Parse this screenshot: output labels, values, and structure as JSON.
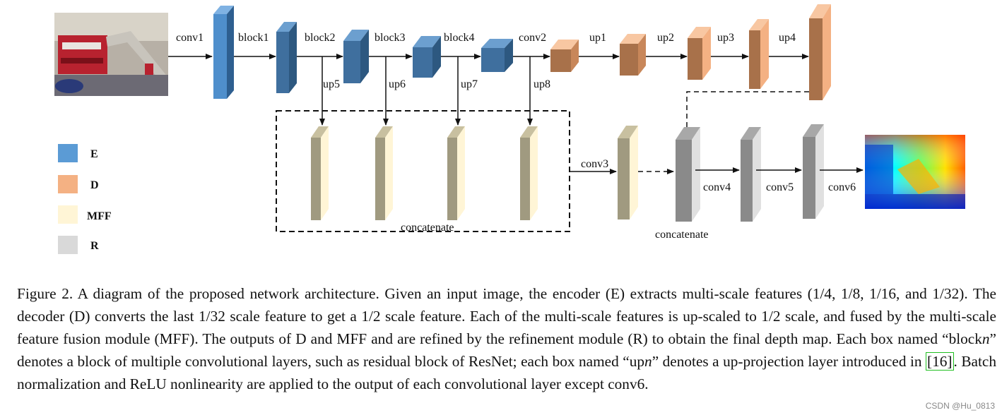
{
  "colors": {
    "encoder": "#5b9bd5",
    "encoder_dark": "#3f6f9e",
    "decoder": "#f4b183",
    "decoder_dark": "#a8714a",
    "mff": "#fff5d6",
    "mff_dark": "#a09a80",
    "refine": "#d9d9d9",
    "refine_dark": "#8a8a8a"
  },
  "labels": {
    "conv1": "conv1",
    "block1": "block1",
    "block2": "block2",
    "block3": "block3",
    "block4": "block4",
    "conv2": "conv2",
    "up1": "up1",
    "up2": "up2",
    "up3": "up3",
    "up4": "up4",
    "up5": "up5",
    "up6": "up6",
    "up7": "up7",
    "up8": "up8",
    "conv3": "conv3",
    "conv4": "conv4",
    "conv5": "conv5",
    "conv6": "conv6",
    "concatenate_mff": "concatenate",
    "concatenate_r": "concatenate"
  },
  "legend": [
    {
      "label": "E",
      "color": "#5b9bd5"
    },
    {
      "label": "D",
      "color": "#f4b183"
    },
    {
      "label": "MFF",
      "color": "#fff5d6"
    },
    {
      "label": "R",
      "color": "#d9d9d9"
    }
  ],
  "caption": {
    "part1": "Figure 2. A diagram of the proposed network architecture. Given an input image, the encoder (E) extracts multi-scale features (1/4, 1/8, 1/16, and 1/32). The decoder (D) converts the last 1/32 scale feature to get a 1/2 scale feature. Each of the multi-scale features is up-scaled to 1/2 scale, and fused by the multi-scale feature fusion module (MFF). The outputs of D and MFF and are refined by the refinement module (R) to obtain the final depth map. Each box named “block",
    "italic1": "n",
    "part2": "” denotes a block of multiple convolutional layers, such as residual block of ResNet; each box named “up",
    "italic2": "n",
    "part3": "” denotes a up-projection layer introduced in ",
    "cite": "[16]",
    "part4": ". Batch normalization and ReLU nonlinearity are applied to the output of each convolutional layer except conv6."
  },
  "watermark": "CSDN @Hu_0813"
}
